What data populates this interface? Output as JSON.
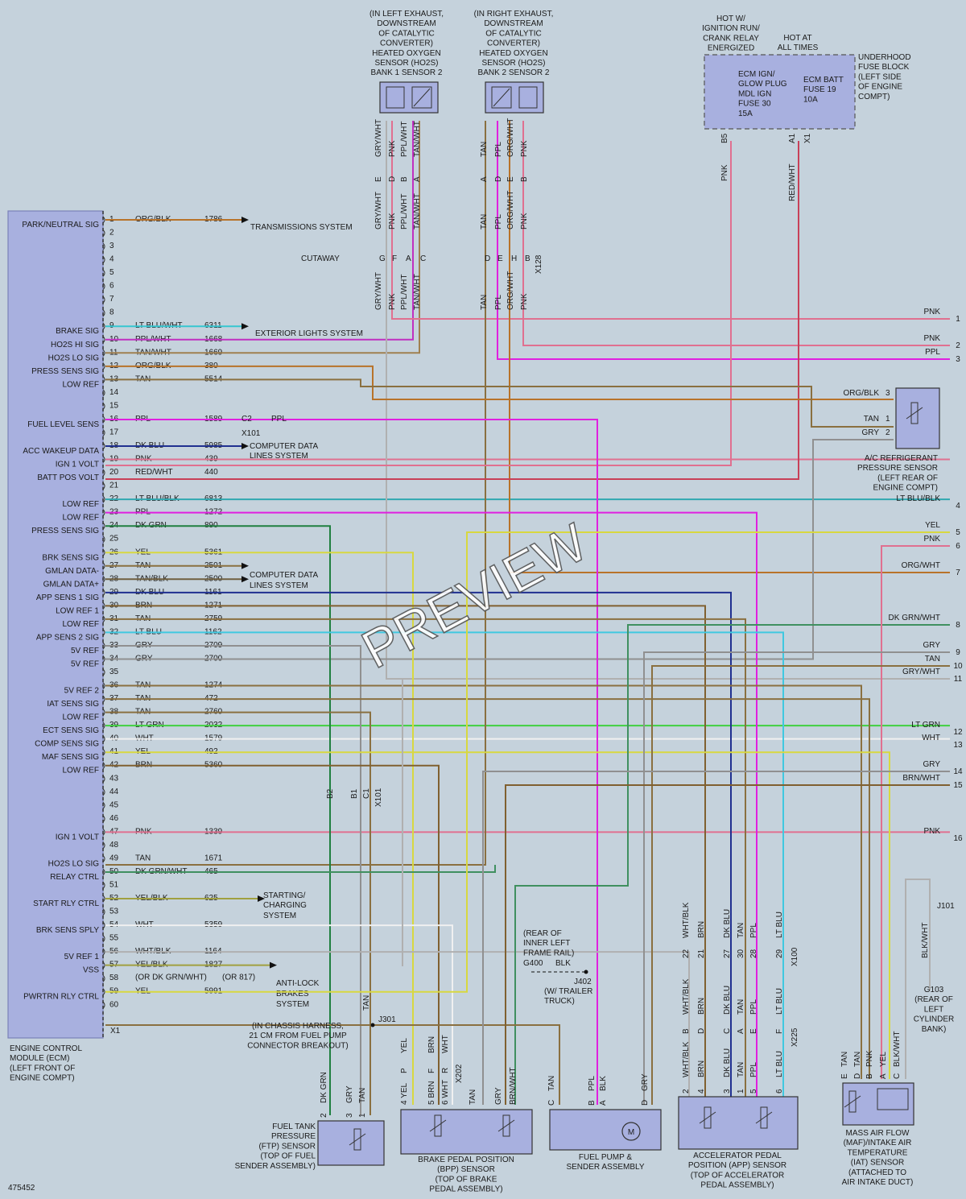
{
  "figure_id": "475452",
  "watermark": "PREVIEW",
  "ecm": {
    "caption": [
      "ENGINE CONTROL",
      "MODULE (ECM)",
      "(LEFT FRONT OF",
      "ENGINE COMPT)"
    ],
    "connector": "X1",
    "pins": [
      {
        "pin": "1",
        "label": "PARK/NEUTRAL SIG",
        "color": "ORG/BLK",
        "circuit": "1786",
        "hex": "#b8732a",
        "dest": "TRANSMISSIONS SYSTEM"
      },
      {
        "pin": "2"
      },
      {
        "pin": "3"
      },
      {
        "pin": "4"
      },
      {
        "pin": "5"
      },
      {
        "pin": "6"
      },
      {
        "pin": "7"
      },
      {
        "pin": "8"
      },
      {
        "pin": "9",
        "label": "BRAKE SIG",
        "color": "LT BLU/WHT",
        "circuit": "6311",
        "hex": "#36c6d0",
        "dest": "EXTERIOR LIGHTS SYSTEM"
      },
      {
        "pin": "10",
        "label": "HO2S HI SIG",
        "color": "PPL/WHT",
        "circuit": "1668",
        "hex": "#c030c0"
      },
      {
        "pin": "11",
        "label": "HO2S LO SIG",
        "color": "TAN/WHT",
        "circuit": "1669",
        "hex": "#a08050"
      },
      {
        "pin": "12",
        "label": "PRESS SENS SIG",
        "color": "ORG/BLK",
        "circuit": "380",
        "hex": "#b8732a"
      },
      {
        "pin": "13",
        "label": "LOW REF",
        "color": "TAN",
        "circuit": "5514",
        "hex": "#8a7040"
      },
      {
        "pin": "14"
      },
      {
        "pin": "15"
      },
      {
        "pin": "16",
        "label": "FUEL LEVEL SENS",
        "color": "PPL",
        "circuit": "1589",
        "hex": "#e020e0"
      },
      {
        "pin": "17"
      },
      {
        "pin": "18",
        "label": "ACC WAKEUP DATA",
        "color": "DK BLU",
        "circuit": "5985",
        "hex": "#203090",
        "dest": "COMPUTER DATA LINES SYSTEM"
      },
      {
        "pin": "19",
        "label": "IGN 1 VOLT",
        "color": "PNK",
        "circuit": "439",
        "hex": "#e07090"
      },
      {
        "pin": "20",
        "label": "BATT POS VOLT",
        "color": "RED/WHT",
        "circuit": "440",
        "hex": "#c84058"
      },
      {
        "pin": "21"
      },
      {
        "pin": "22",
        "label": "LOW REF",
        "color": "LT BLU/BLK",
        "circuit": "6813",
        "hex": "#30a8b0"
      },
      {
        "pin": "23",
        "label": "LOW REF",
        "color": "PPL",
        "circuit": "1272",
        "hex": "#e020e0"
      },
      {
        "pin": "24",
        "label": "PRESS SENS SIG",
        "color": "DK GRN",
        "circuit": "890",
        "hex": "#208040"
      },
      {
        "pin": "25"
      },
      {
        "pin": "26",
        "label": "BRK SENS SIG",
        "color": "YEL",
        "circuit": "5361",
        "hex": "#d8d840"
      },
      {
        "pin": "27",
        "label": "GMLAN DATA-",
        "color": "TAN",
        "circuit": "2501",
        "hex": "#8a7040",
        "dest": "COMPUTER DATA LINES SYSTEM"
      },
      {
        "pin": "28",
        "label": "GMLAN DATA+",
        "color": "TAN/BLK",
        "circuit": "2500",
        "hex": "#706040"
      },
      {
        "pin": "29",
        "label": "APP SENS 1 SIG",
        "color": "DK BLU",
        "circuit": "1161",
        "hex": "#203090"
      },
      {
        "pin": "30",
        "label": "LOW REF 1",
        "color": "BRN",
        "circuit": "1271",
        "hex": "#806030"
      },
      {
        "pin": "31",
        "label": "LOW REF",
        "color": "TAN",
        "circuit": "2759",
        "hex": "#8a7040"
      },
      {
        "pin": "32",
        "label": "APP SENS 2 SIG",
        "color": "LT BLU",
        "circuit": "1162",
        "hex": "#40c8e0"
      },
      {
        "pin": "33",
        "label": "5V REF",
        "color": "GRY",
        "circuit": "2709",
        "hex": "#909090"
      },
      {
        "pin": "34",
        "label": "5V REF",
        "color": "GRY",
        "circuit": "2700",
        "hex": "#909090"
      },
      {
        "pin": "35"
      },
      {
        "pin": "36",
        "label": "5V REF 2",
        "color": "TAN",
        "circuit": "1274",
        "hex": "#8a7040"
      },
      {
        "pin": "37",
        "label": "IAT SENS SIG",
        "color": "TAN",
        "circuit": "472",
        "hex": "#8a7040"
      },
      {
        "pin": "38",
        "label": "LOW REF",
        "color": "TAN",
        "circuit": "2760",
        "hex": "#8a7040"
      },
      {
        "pin": "39",
        "label": "ECT SENS SIG",
        "color": "LT GRN",
        "circuit": "2032",
        "hex": "#40d040"
      },
      {
        "pin": "40",
        "label": "COMP SENS SIG",
        "color": "WHT",
        "circuit": "1579",
        "hex": "#f0f0f0"
      },
      {
        "pin": "41",
        "label": "MAF SENS SIG",
        "color": "YEL",
        "circuit": "492",
        "hex": "#d8d840"
      },
      {
        "pin": "42",
        "label": "LOW REF",
        "color": "BRN",
        "circuit": "5360",
        "hex": "#806030"
      },
      {
        "pin": "43"
      },
      {
        "pin": "44"
      },
      {
        "pin": "45"
      },
      {
        "pin": "46"
      },
      {
        "pin": "47",
        "label": "IGN 1 VOLT",
        "color": "PNK",
        "circuit": "1339",
        "hex": "#e07090"
      },
      {
        "pin": "48"
      },
      {
        "pin": "49",
        "label": "HO2S LO SIG",
        "color": "TAN",
        "circuit": "1671",
        "hex": "#8a7040"
      },
      {
        "pin": "50",
        "label": "RELAY CTRL",
        "color": "DK GRN/WHT",
        "circuit": "465",
        "hex": "#409060"
      },
      {
        "pin": "51"
      },
      {
        "pin": "52",
        "label": "START RLY CTRL",
        "color": "YEL/BLK",
        "circuit": "625",
        "hex": "#a0a040",
        "dest": "STARTING/ CHARGING SYSTEM"
      },
      {
        "pin": "53"
      },
      {
        "pin": "54",
        "label": "BRK SENS SPLY",
        "color": "WHT",
        "circuit": "5359",
        "hex": "#f0f0f0"
      },
      {
        "pin": "55"
      },
      {
        "pin": "56",
        "label": "5V REF 1",
        "color": "WHT/BLK",
        "circuit": "1164",
        "hex": "#b0b0b0"
      },
      {
        "pin": "57",
        "label": "VSS",
        "color": "YEL/BLK",
        "circuit": "1827",
        "hex": "#a0a040",
        "alt_color": "(OR DK GRN/WHT)",
        "alt_circuit": "(OR 817)",
        "dest": "ANTI-LOCK BRAKES SYSTEM"
      },
      {
        "pin": "58"
      },
      {
        "pin": "59",
        "label": "PWRTRN RLY CTRL",
        "color": "YEL",
        "circuit": "5991",
        "hex": "#d8d840"
      },
      {
        "pin": "60"
      }
    ]
  },
  "right_edge": [
    {
      "n": "1",
      "color": "PNK"
    },
    {
      "n": "2",
      "color": "PNK"
    },
    {
      "n": "3",
      "color": "PPL"
    },
    {
      "n": "4",
      "color": "LT BLU/BLK"
    },
    {
      "n": "5",
      "color": "YEL"
    },
    {
      "n": "6",
      "color": "PNK"
    },
    {
      "n": "7",
      "color": "ORG/WHT"
    },
    {
      "n": "8",
      "color": "DK GRN/WHT"
    },
    {
      "n": "9",
      "color": "GRY"
    },
    {
      "n": "10",
      "color": "TAN"
    },
    {
      "n": "11",
      "color": "GRY/WHT"
    },
    {
      "n": "12",
      "color": "LT GRN"
    },
    {
      "n": "13",
      "color": "WHT"
    },
    {
      "n": "14",
      "color": "GRY"
    },
    {
      "n": "15",
      "color": "BRN/WHT"
    },
    {
      "n": "16",
      "color": "PNK"
    }
  ],
  "ho2s1": {
    "caption": [
      "(IN LEFT EXHAUST,",
      "DOWNSTREAM",
      "OF CATALYTIC",
      "CONVERTER)",
      "HEATED OXYGEN",
      "SENSOR (HO2S)",
      "BANK 1 SENSOR 2"
    ],
    "wires": [
      "GRY/WHT",
      "PNK",
      "PPL/WHT",
      "TAN/WHT"
    ],
    "pins": [
      "E",
      "D",
      "B",
      "A"
    ]
  },
  "ho2s2": {
    "caption": [
      "(IN RIGHT EXHAUST,",
      "DOWNSTREAM",
      "OF CATALYTIC",
      "CONVERTER)",
      "HEATED OXYGEN",
      "SENSOR (HO2S)",
      "BANK 2 SENSOR 2"
    ],
    "wires": [
      "TAN",
      "PPL",
      "ORG/WHT",
      "PNK"
    ],
    "pins": [
      "A",
      "D",
      "E",
      "B"
    ]
  },
  "x128": {
    "label": "X128",
    "pins_left": [
      "G",
      "F",
      "A",
      "C"
    ],
    "pins_right": [
      "D",
      "E",
      "H",
      "B"
    ],
    "cutaway": "CUTAWAY"
  },
  "fuse_block": {
    "hot_run": [
      "HOT W/",
      "IGNITION RUN/",
      "CRANK RELAY",
      "ENERGIZED"
    ],
    "hot_all": [
      "HOT AT",
      "ALL TIMES"
    ],
    "name": [
      "UNDERHOOD",
      "FUSE BLOCK",
      "(LEFT SIDE",
      "OF ENGINE",
      "COMPT)"
    ],
    "fuse1": [
      "ECM IGN/",
      "GLOW PLUG",
      "MDL IGN",
      "FUSE 30",
      "15A"
    ],
    "fuse2": [
      "ECM BATT",
      "FUSE 19",
      "10A"
    ],
    "pin1": "B5",
    "pin2": "A1",
    "conn": "X1",
    "wire1": "PNK",
    "wire2": "RED/WHT"
  },
  "ac_sensor": {
    "caption": [
      "A/C REFRIGERANT",
      "PRESSURE SENSOR",
      "(LEFT REAR OF",
      "ENGINE COMPT)"
    ],
    "pins": [
      {
        "color": "ORG/BLK",
        "pin": "3"
      },
      {
        "color": "TAN",
        "pin": "1"
      },
      {
        "color": "GRY",
        "pin": "2"
      }
    ]
  },
  "fuel_level": {
    "c2": "C2",
    "x101": "X101",
    "color": "PPL"
  },
  "x101_lower": {
    "label": "X101",
    "pins": [
      "B2",
      "B1",
      "C1"
    ]
  },
  "ftp": {
    "caption": [
      "FUEL TANK",
      "PRESSURE",
      "(FTP) SENSOR",
      "(TOP OF FUEL",
      "SENDER ASSEMBLY)"
    ],
    "wires": [
      "DK GRN",
      "GRY",
      "TAN"
    ],
    "pins": [
      "2",
      "3",
      "1"
    ]
  },
  "bpp": {
    "caption": [
      "BRAKE PEDAL POSITION",
      "(BPP) SENSOR",
      "(TOP OF BRAKE",
      "PEDAL ASSEMBLY)"
    ],
    "top_wires": [
      "YEL",
      "BRN",
      "WHT"
    ],
    "conn_pins": [
      "P",
      "F",
      "R"
    ],
    "x202": "X202",
    "wires": [
      "4 YEL",
      "5 BRN",
      "6 WHT",
      "TAN",
      "GRY",
      "BRN/WHT"
    ],
    "pins": [
      "4",
      "5",
      "6",
      "3",
      "2",
      "1"
    ]
  },
  "fuel_pump": {
    "caption": [
      "FUEL PUMP &",
      "SENDER ASSEMBLY"
    ],
    "wires": [
      "TAN",
      "PPL",
      "BLK",
      "GRY"
    ],
    "pins": [
      "C",
      "B",
      "A",
      "D"
    ],
    "motor": "M"
  },
  "app": {
    "caption": [
      "ACCELERATOR PEDAL",
      "POSITION (APP) SENSOR",
      "(TOP OF ACCELERATOR",
      "PEDAL ASSEMBLY)"
    ],
    "x100": "X100",
    "x225": "X225",
    "upper_wires": [
      "WHT/BLK",
      "BRN",
      "DK BLU",
      "TAN",
      "PPL",
      "LT BLU"
    ],
    "upper_pins": [
      "22",
      "21",
      "27",
      "30",
      "28",
      "29"
    ],
    "lower_pins": [
      "B",
      "D",
      "C",
      "A",
      "E",
      "F"
    ],
    "wires": [
      "WHT/BLK",
      "BRN",
      "DK BLU",
      "TAN",
      "PPL",
      "LT BLU"
    ],
    "pins": [
      "2",
      "4",
      "3",
      "1",
      "5",
      "6"
    ]
  },
  "maf": {
    "caption": [
      "MASS AIR FLOW",
      "(MAF)/INTAKE AIR",
      "TEMPERATURE",
      "(IAT) SENSOR",
      "(ATTACHED TO",
      "AIR INTAKE DUCT)"
    ],
    "wires": [
      "TAN",
      "TAN",
      "PNK",
      "YEL",
      "BLK/WHT"
    ],
    "pins": [
      "E",
      "D",
      "B",
      "A",
      "C"
    ]
  },
  "g103": {
    "label": [
      "G103",
      "(REAR OF",
      "LEFT",
      "CYLINDER",
      "BANK)"
    ],
    "j101": "J101",
    "wire": "BLK/WHT"
  },
  "g400": {
    "label": [
      "(REAR OF",
      "INNER LEFT",
      "FRAME RAIL)"
    ],
    "g": "G400",
    "color": "BLK",
    "j402": "J402",
    "j402_note": [
      "(W/ TRAILER",
      "TRUCK)"
    ]
  },
  "j301": {
    "label": "J301",
    "note": [
      "(IN CHASSIS HARNESS,",
      "21 CM FROM FUEL PUMP",
      "CONNECTOR BREAKOUT)"
    ],
    "color": "TAN"
  }
}
